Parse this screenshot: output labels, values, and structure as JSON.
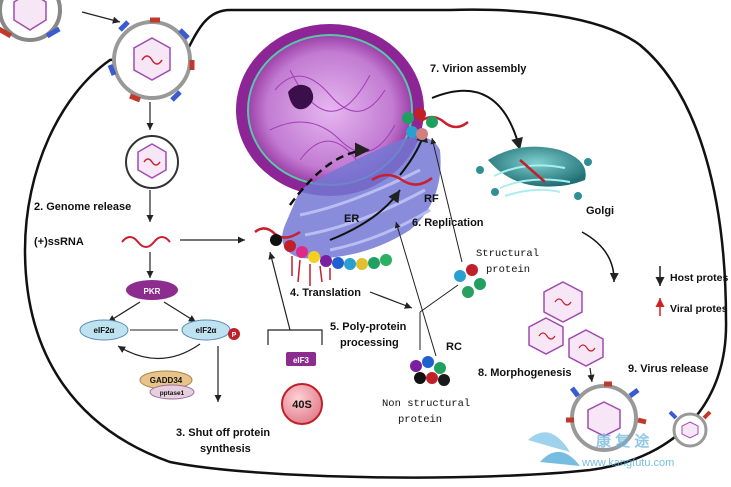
{
  "labels": {
    "genome_release": "2. Genome release",
    "ssrna": "(+)ssRNA",
    "pkr": "PKR",
    "eif2a_left": "eIF2α",
    "eif2a_right": "eIF2α",
    "phospho": "P",
    "gadd34": "GADD34",
    "pptase": "pptase1",
    "shut_off_1": "3. Shut off protein",
    "shut_off_2": "synthesis",
    "eif3": "eIF3",
    "s40": "40S",
    "translation": "4. Translation",
    "polyprotein_1": "5. Poly-protein",
    "polyprotein_2": "processing",
    "er": "ER",
    "rf": "RF",
    "replication": "6. Replication",
    "structural_1": "Structural",
    "structural_2": "protein",
    "rc": "RC",
    "nonstructural_1": "Non structural",
    "nonstructural_2": "protein",
    "morphogenesis": "8. Morphogenesis",
    "virion_assembly": "7. Virion assembly",
    "golgi": "Golgi",
    "virus_release": "9. Virus release"
  },
  "legend": {
    "host": "Host protes",
    "viral": "Viral protes"
  },
  "watermark": {
    "cn": "康 复 途",
    "url": "www.kangfutu.com"
  },
  "colors": {
    "cell_outline": "#111111",
    "nucleus": "#9b2fa6",
    "er": "#6a6fc8",
    "golgi": "#2f8f94",
    "rna": "#c8202c",
    "virion_hex": "#c6a0d8",
    "host_arrow": "#222222",
    "viral_arrow": "#d22020"
  },
  "icons": {
    "ribosome": "ribosome-beads",
    "virion": "virion-icon",
    "arrow": "arrow-icon"
  }
}
